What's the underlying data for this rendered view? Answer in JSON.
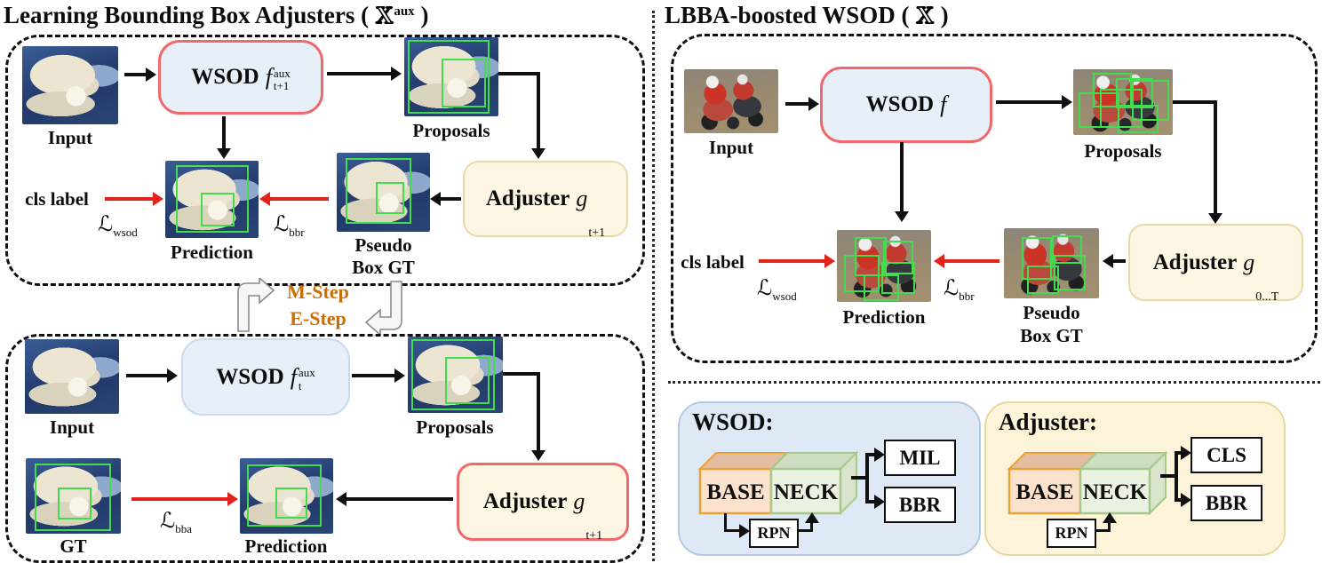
{
  "colors": {
    "wsod_fill": "#e7eff9",
    "adjuster_fill": "#fdf6e2",
    "training_highlight_border": "#f0696a",
    "proposal_box_green": "#42dd4d",
    "loss_arrow_red": "#e3231a",
    "step_text_orange": "#c86e0a"
  },
  "lt": {
    "title_prefix": "Learning Bounding Box Adjusters ( ",
    "title_x": "X",
    "title_sup": "aux",
    "title_suffix": " )",
    "input": "Input",
    "proposals": "Proposals",
    "prediction": "Prediction",
    "pseudo1": "Pseudo",
    "pseudo2": "Box GT",
    "cls": "cls label",
    "wsod": "WSOD",
    "f": "f",
    "f_sup": "aux",
    "f_sub": "t+1",
    "adjuster": "Adjuster",
    "g": "g",
    "g_sub": "t+1",
    "loss_wsod": "ℒ",
    "loss_wsod_sub": "wsod",
    "loss_bbr": "ℒ",
    "loss_bbr_sub": "bbr"
  },
  "cycle": {
    "m": "M-Step",
    "e": "E-Step"
  },
  "lb": {
    "input": "Input",
    "proposals": "Proposals",
    "gt": "GT",
    "prediction": "Prediction",
    "wsod": "WSOD",
    "f": "f",
    "f_sup": "aux",
    "f_sub": "t",
    "adjuster": "Adjuster",
    "g": "g",
    "g_sub": "t+1",
    "loss_bba": "ℒ",
    "loss_bba_sub": "bba"
  },
  "rt": {
    "title_prefix": "LBBA-boosted WSOD ( ",
    "title_x": "X",
    "title_suffix": " )",
    "input": "Input",
    "proposals": "Proposals",
    "prediction": "Prediction",
    "pseudo1": "Pseudo",
    "pseudo2": "Box GT",
    "cls": "cls label",
    "wsod": "WSOD",
    "f": "f",
    "adjuster": "Adjuster",
    "g": "g",
    "g_sub": "0...T",
    "loss_wsod": "ℒ",
    "loss_wsod_sub": "wsod",
    "loss_bbr": "ℒ",
    "loss_bbr_sub": "bbr"
  },
  "rb": {
    "wsod": {
      "title": "WSOD:",
      "base": "BASE",
      "neck": "NECK",
      "rpn": "RPN",
      "out1": "MIL",
      "out2": "BBR"
    },
    "adj": {
      "title": "Adjuster:",
      "base": "BASE",
      "neck": "NECK",
      "rpn": "RPN",
      "out1": "CLS",
      "out2": "BBR"
    }
  }
}
